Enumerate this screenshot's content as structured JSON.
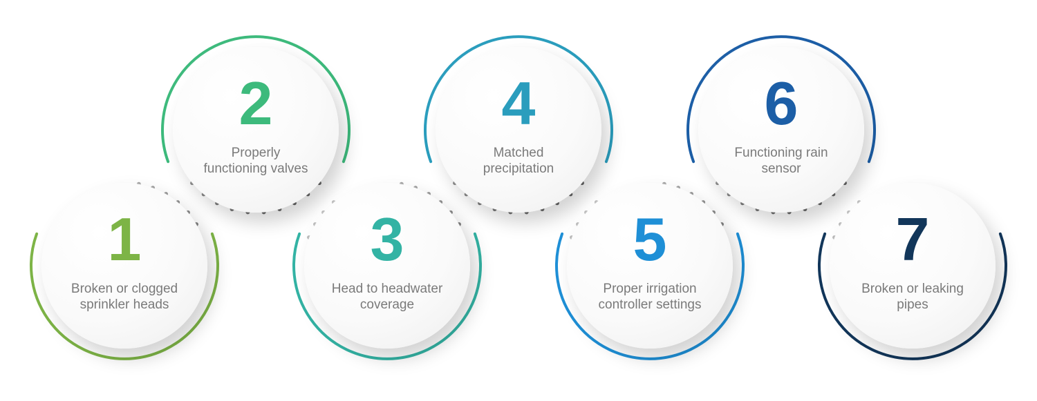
{
  "steps": [
    {
      "number": "1",
      "label_line1": "Broken or clogged",
      "label_line2": "sprinkler heads",
      "color": "#7db446"
    },
    {
      "number": "2",
      "label_line1": "Properly",
      "label_line2": "functioning valves",
      "color": "#3dba7c"
    },
    {
      "number": "3",
      "label_line1": "Head to headwater",
      "label_line2": "coverage",
      "color": "#33b3a4"
    },
    {
      "number": "4",
      "label_line1": "Matched",
      "label_line2": "precipitation",
      "color": "#2a9dbd"
    },
    {
      "number": "5",
      "label_line1": "Proper irrigation",
      "label_line2": "controller settings",
      "color": "#1e8fd6"
    },
    {
      "number": "6",
      "label_line1": "Functioning rain",
      "label_line2": "sensor",
      "color": "#1c5ea6"
    },
    {
      "number": "7",
      "label_line1": "Broken or leaking",
      "label_line2": "pipes",
      "color": "#12365a"
    }
  ],
  "dot_color": "#555555"
}
